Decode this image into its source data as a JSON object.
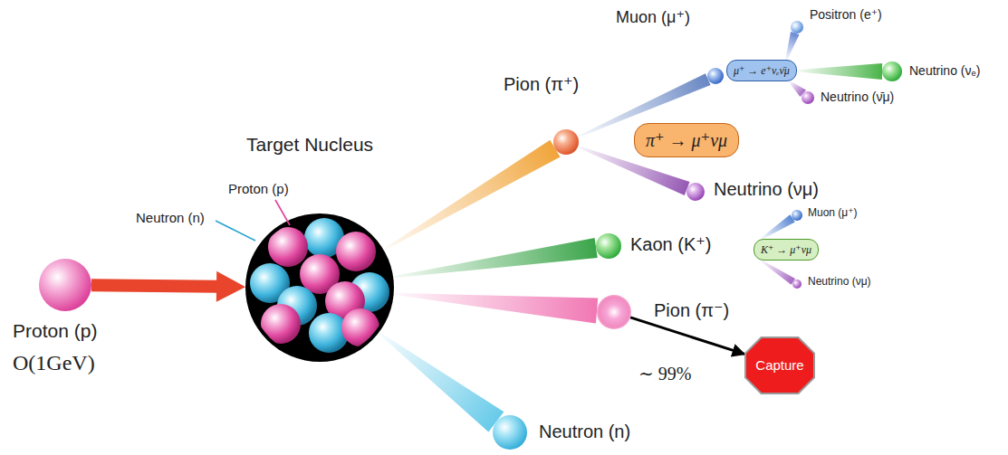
{
  "diagram": {
    "nodes": [
      {
        "text": [
          "Proton (p)",
          "O(1GeV)"
        ]
      },
      {
        "text": [
          "Target Nucleus"
        ]
      },
      {
        "text": [
          "Pion (π⁺)"
        ]
      },
      {
        "text": [
          "Muon (μ⁺)"
        ]
      },
      {
        "text": [
          "μ⁺ → e⁺νₑν̄μ"
        ]
      },
      {
        "text": [
          "Positron (e⁺)"
        ]
      },
      {
        "text": [
          "Neutrino (νₑ)"
        ]
      },
      {
        "text": [
          "Neutrino (ν̄μ)"
        ]
      },
      {
        "text": [
          "π⁺ → μ⁺νμ"
        ]
      },
      {
        "text": [
          "Neutrino (νμ)"
        ]
      },
      {
        "text": [
          "Kaon (K⁺)"
        ]
      },
      {
        "text": [
          "Muon (μ⁺)"
        ]
      },
      {
        "text": [
          "K⁺ → μ⁺νμ"
        ]
      },
      {
        "text": [
          "Neutrino (νμ)"
        ]
      },
      {
        "text": [
          "Pion (π⁻)"
        ]
      },
      {
        "text": [
          "Capture"
        ]
      },
      {
        "text": [
          "Neutron (n)"
        ]
      }
    ],
    "edges": [
      {
        "from": 0,
        "to": 1,
        "arrow": "to"
      },
      {
        "from": 1,
        "to": 2,
        "arrow": "none"
      },
      {
        "from": 2,
        "to": 3,
        "arrow": "none"
      },
      {
        "from": 2,
        "to": 9,
        "arrow": "none"
      },
      {
        "from": 4,
        "to": 5,
        "arrow": "none"
      },
      {
        "from": 4,
        "to": 6,
        "arrow": "none"
      },
      {
        "from": 4,
        "to": 7,
        "arrow": "none"
      },
      {
        "from": 1,
        "to": 10,
        "arrow": "none"
      },
      {
        "from": 12,
        "to": 11,
        "arrow": "none"
      },
      {
        "from": 12,
        "to": 13,
        "arrow": "none"
      },
      {
        "from": 1,
        "to": 14,
        "arrow": "none"
      },
      {
        "from": 14,
        "to": 15,
        "label": "∼ 99%",
        "arrow": "to"
      },
      {
        "from": 1,
        "to": 16,
        "arrow": "none"
      }
    ],
    "labels": [
      "Proton (p)",
      "Neutron (n)"
    ]
  }
}
